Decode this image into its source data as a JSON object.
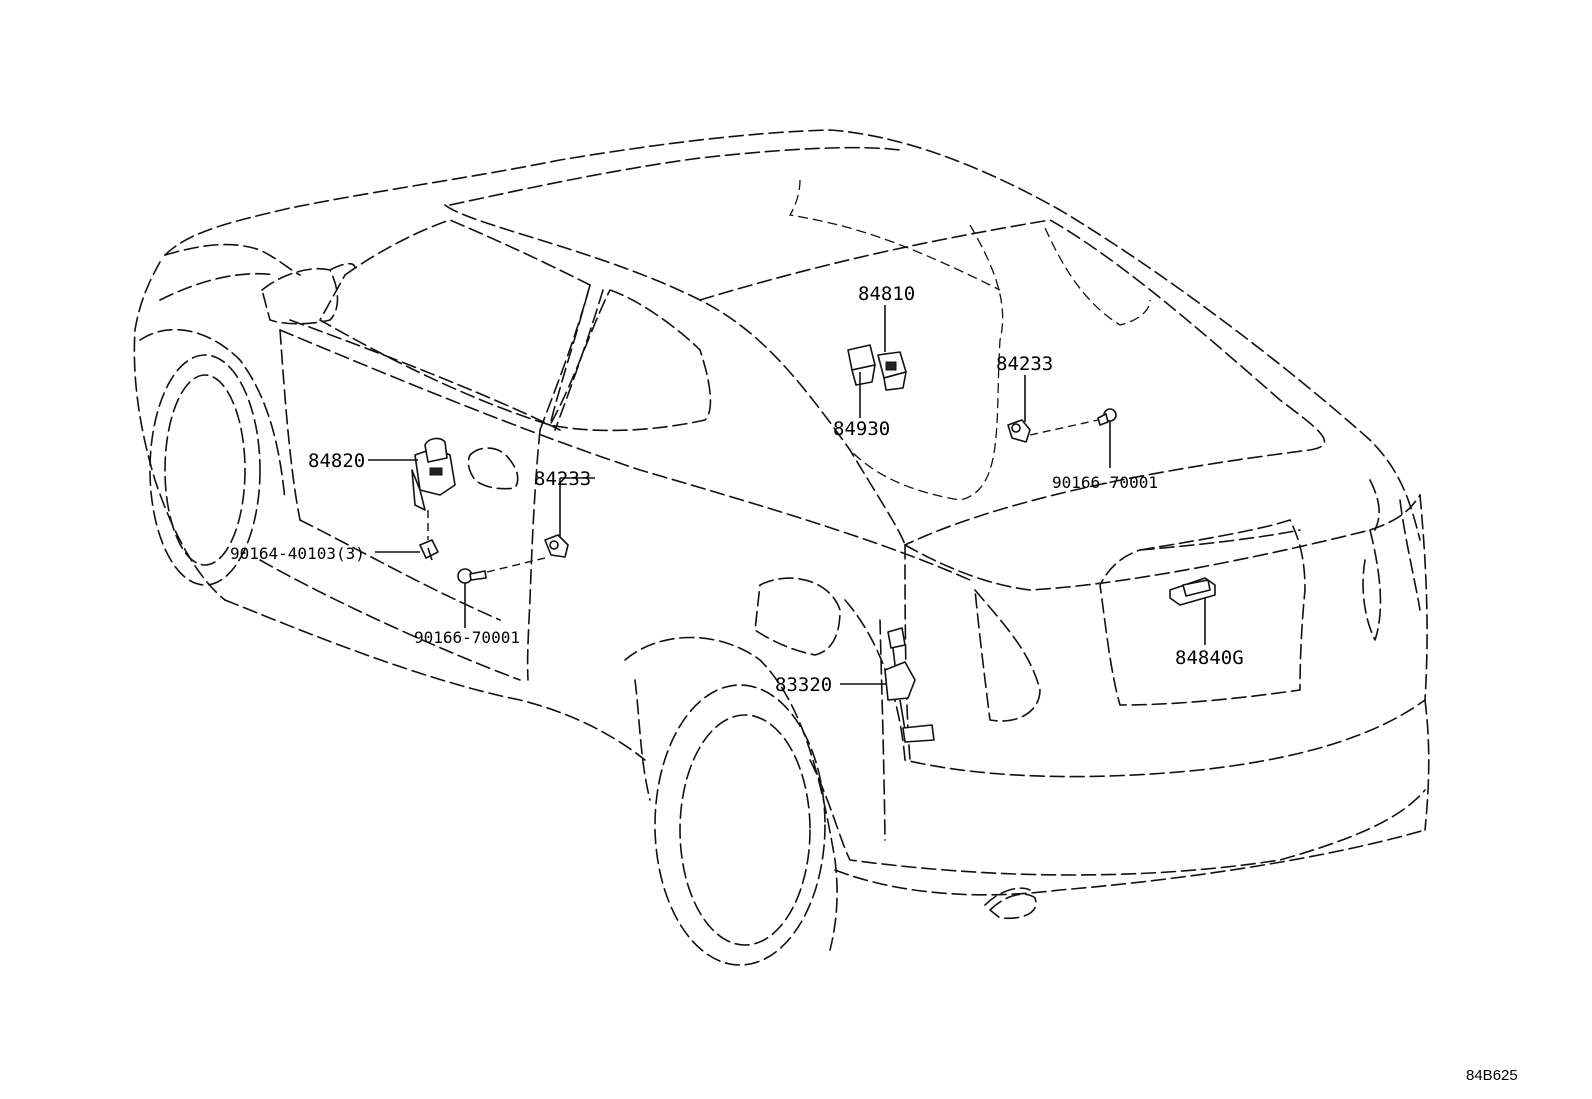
{
  "labels": {
    "p84810": "84810",
    "p84930": "84930",
    "p84233_right": "84233",
    "p90166_right": "90166-70001",
    "p84820": "84820",
    "p84233_left": "84233",
    "p90164": "90164-40103(3)",
    "p90166_left": "90166-70001",
    "p83320": "83320",
    "p84840G": "84840G"
  },
  "figure_code": "84B625"
}
